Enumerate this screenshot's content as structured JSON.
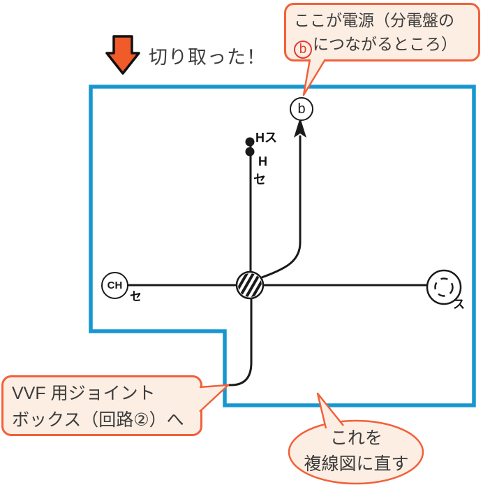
{
  "colors": {
    "box_border_cyan": "#1697cf",
    "callout_border_orange": "#f2603a",
    "callout_bg_cream": "#fdeee3",
    "big_arrow_orange": "#f15a29",
    "diagram_ink": "#1a1a1a",
    "annotation_text": "#3b3b3b",
    "accent_red": "#e23b30"
  },
  "annotations": {
    "cut_note": "切り取った！",
    "power_callout": {
      "line1": "ここが電源（分電盤の",
      "b_badge": "b",
      "line2_rest": "につながるところ）"
    },
    "vvf_callout": {
      "line1": "VVF 用ジョイント",
      "line2": "ボックス（回路②）へ"
    },
    "redraw_callout": {
      "line1": "これを",
      "line2": "複線図に直す"
    }
  },
  "diagram": {
    "power_terminal": "b",
    "switch_upper": "Hス",
    "switch_lower_h": "H",
    "switch_lower_se": "セ",
    "chime_device": "CH",
    "chime_suffix": "セ",
    "ceiling_suffix": "ス"
  }
}
